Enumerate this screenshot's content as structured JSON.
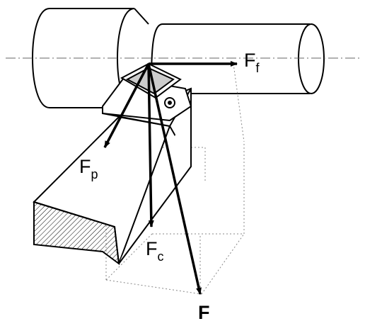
{
  "figure": {
    "labels": {
      "feed_force": {
        "main": "F",
        "sub": "f"
      },
      "passive_force": {
        "main": "F",
        "sub": "p"
      },
      "cutting_force": {
        "main": "F",
        "sub": "c"
      },
      "resultant_force": {
        "main": "F"
      }
    },
    "colors": {
      "stroke": "#000000",
      "background": "#ffffff",
      "hatch": "#000000"
    }
  }
}
